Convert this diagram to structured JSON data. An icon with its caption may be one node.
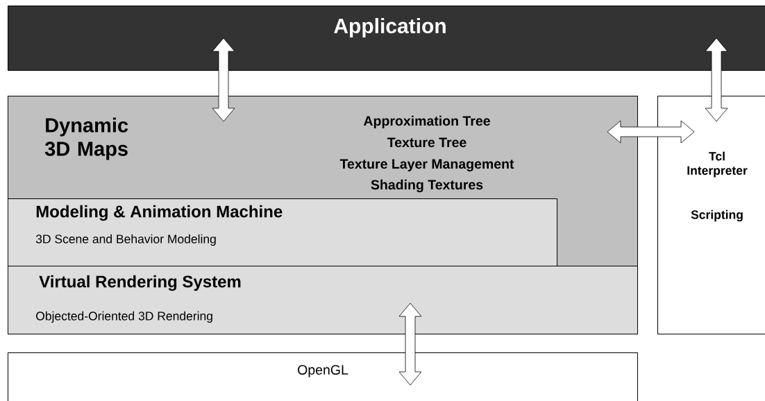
{
  "diagram": {
    "nodes": [
      {
        "text": [
          "Application"
        ]
      },
      {
        "text": [
          "Dynamic 3D Maps",
          "Approximation Tree",
          "Texture Tree",
          "Texture Layer Management",
          "Shading Textures"
        ]
      },
      {
        "text": [
          "Modeling & Animation Machine",
          "3D Scene and Behavior Modeling"
        ],
        "in": 1
      },
      {
        "text": [
          "Virtual Rendering System",
          "Objected-Oriented 3D Rendering"
        ]
      },
      {
        "text": [
          "OpenGL"
        ]
      },
      {
        "text": [
          "Tcl Interpreter",
          "Scripting"
        ]
      }
    ],
    "edges": [
      {
        "from": 0,
        "to": 1,
        "arrow": "both"
      },
      {
        "from": 0,
        "to": 5,
        "arrow": "both"
      },
      {
        "from": 1,
        "to": 5,
        "arrow": "both"
      },
      {
        "from": 3,
        "to": 4,
        "arrow": "both"
      }
    ]
  }
}
